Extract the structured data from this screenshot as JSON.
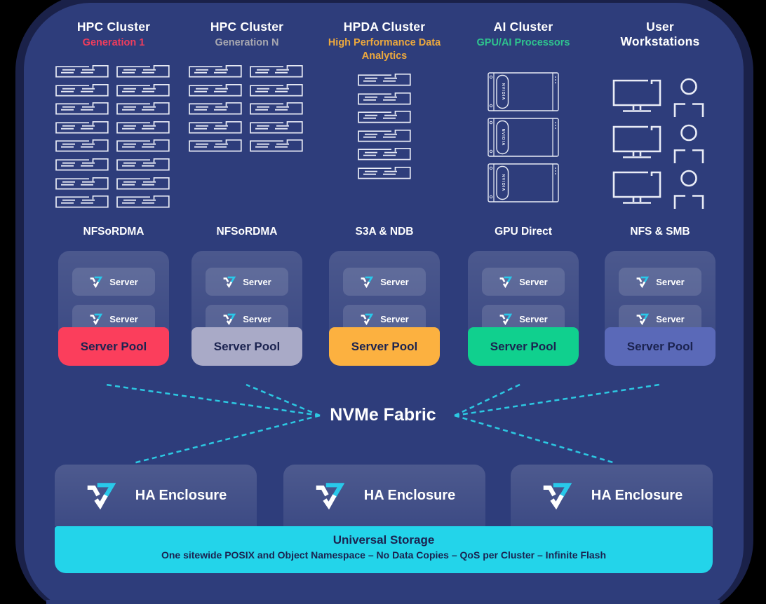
{
  "clusters": [
    {
      "title": "HPC Cluster",
      "subtitle": "Generation 1",
      "subtitle_color": "#ee3d5d",
      "icon": "rack-server-icon",
      "rack_cols": 2,
      "rack_rows": 8
    },
    {
      "title": "HPC Cluster",
      "subtitle": "Generation N",
      "subtitle_color": "#a7a7b0",
      "icon": "rack-server-icon",
      "rack_cols": 2,
      "rack_rows": 5
    },
    {
      "title": "HPDA Cluster",
      "subtitle": "High Performance Data Analytics",
      "subtitle_color": "#eca83d",
      "icon": "rack-server-icon",
      "rack_cols": 1,
      "rack_rows": 6
    },
    {
      "title": "AI Cluster",
      "subtitle": "GPU/AI Processors",
      "subtitle_color": "#2ec48e",
      "icon": "gpu-card-icon",
      "gpu_count": 3,
      "gpu_label": "NVIDIA"
    },
    {
      "title": "User Workstations",
      "subtitle": "",
      "subtitle_color": "",
      "icon": "workstation-icon",
      "workstation_count": 3
    }
  ],
  "pools": [
    {
      "protocol": "NFSoRDMA",
      "pool_label": "Server Pool",
      "servers": [
        "Server",
        "Server"
      ],
      "color": "#fb3e5c"
    },
    {
      "protocol": "NFSoRDMA",
      "pool_label": "Server Pool",
      "servers": [
        "Server",
        "Server"
      ],
      "color": "#a9aac7"
    },
    {
      "protocol": "S3A & NDB",
      "pool_label": "Server Pool",
      "servers": [
        "Server",
        "Server"
      ],
      "color": "#fcb140"
    },
    {
      "protocol": "GPU Direct",
      "pool_label": "Server Pool",
      "servers": [
        "Server",
        "Server"
      ],
      "color": "#10d08e"
    },
    {
      "protocol": "NFS & SMB",
      "pool_label": "Server Pool",
      "servers": [
        "Server",
        "Server"
      ],
      "color": "#5a69b8"
    }
  ],
  "fabric": {
    "label": "NVMe Fabric",
    "line_color": "#2cc8e2"
  },
  "enclosures": [
    {
      "label": "HA Enclosure"
    },
    {
      "label": "HA Enclosure"
    },
    {
      "label": "HA Enclosure"
    }
  ],
  "storage": {
    "title": "Universal Storage",
    "subtitle": "One sitewide POSIX and Object Namespace – No Data Copies – QoS per Cluster – Infinite Flash",
    "color": "#23d4ea"
  },
  "logo": {
    "name": "vast-logo",
    "accent": "#29c9ea",
    "primary": "#ffffff"
  },
  "colors": {
    "background": "#000000",
    "panel": "#2e3d7b",
    "panel_border": "#1a2149",
    "text": "#ffffff",
    "dark_label": "#1b2350"
  }
}
